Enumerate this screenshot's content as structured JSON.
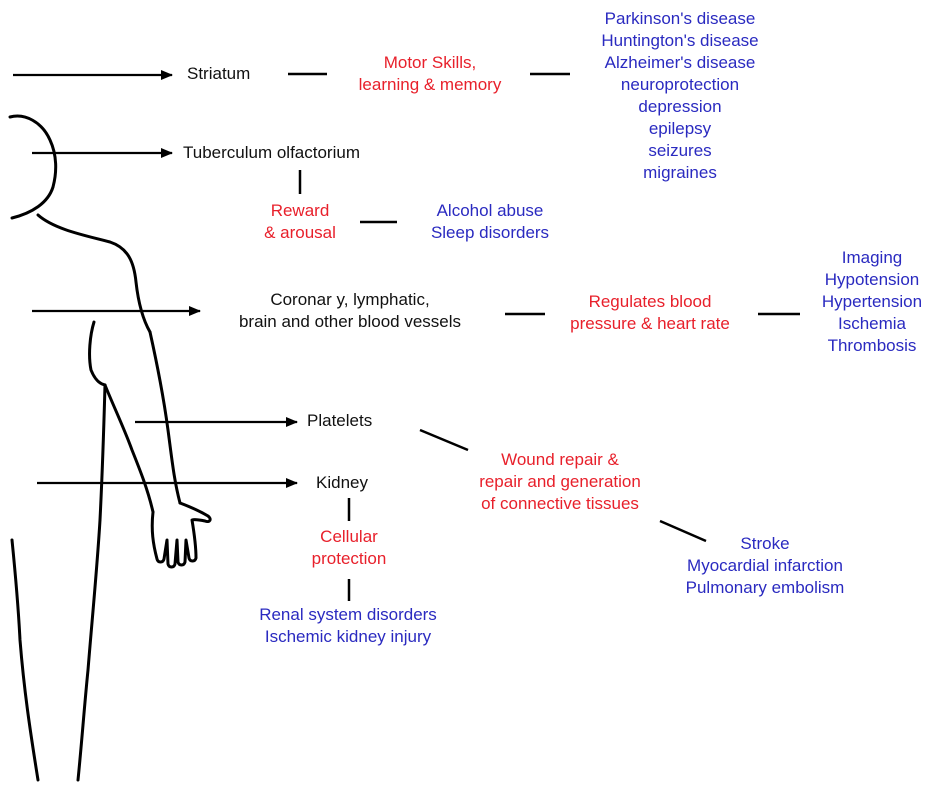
{
  "colors": {
    "site": "#111111",
    "function": "#e8202b",
    "disease": "#2a2ac0"
  },
  "sites": {
    "striatum": "Striatum",
    "tuberculum": "Tuberculum olfactorium",
    "vessels": [
      "Coronar y, lymphatic,",
      "brain and other blood vessels"
    ],
    "platelets": "Platelets",
    "kidney": "Kidney"
  },
  "functions": {
    "motor": [
      "Motor Skills,",
      "learning & memory"
    ],
    "reward": [
      "Reward",
      "& arousal"
    ],
    "blood": [
      "Regulates blood",
      "pressure & heart rate"
    ],
    "wound": [
      "Wound repair &",
      "repair and generation",
      "of connective tissues"
    ],
    "cellular": [
      "Cellular",
      "protection"
    ]
  },
  "diseases": {
    "striatum": [
      "Parkinson's disease",
      "Huntington's disease",
      "Alzheimer's disease",
      "neuroprotection",
      "depression",
      "epilepsy",
      "seizures",
      "migraines"
    ],
    "reward": [
      "Alcohol abuse",
      "Sleep disorders"
    ],
    "blood": [
      "Imaging",
      "Hypotension",
      "Hypertension",
      "Ischemia",
      "Thrombosis"
    ],
    "wound": [
      "Stroke",
      "Myocardial infarction",
      "Pulmonary embolism"
    ],
    "kidney": [
      "Renal system disorders",
      "Ischemic kidney injury"
    ]
  }
}
